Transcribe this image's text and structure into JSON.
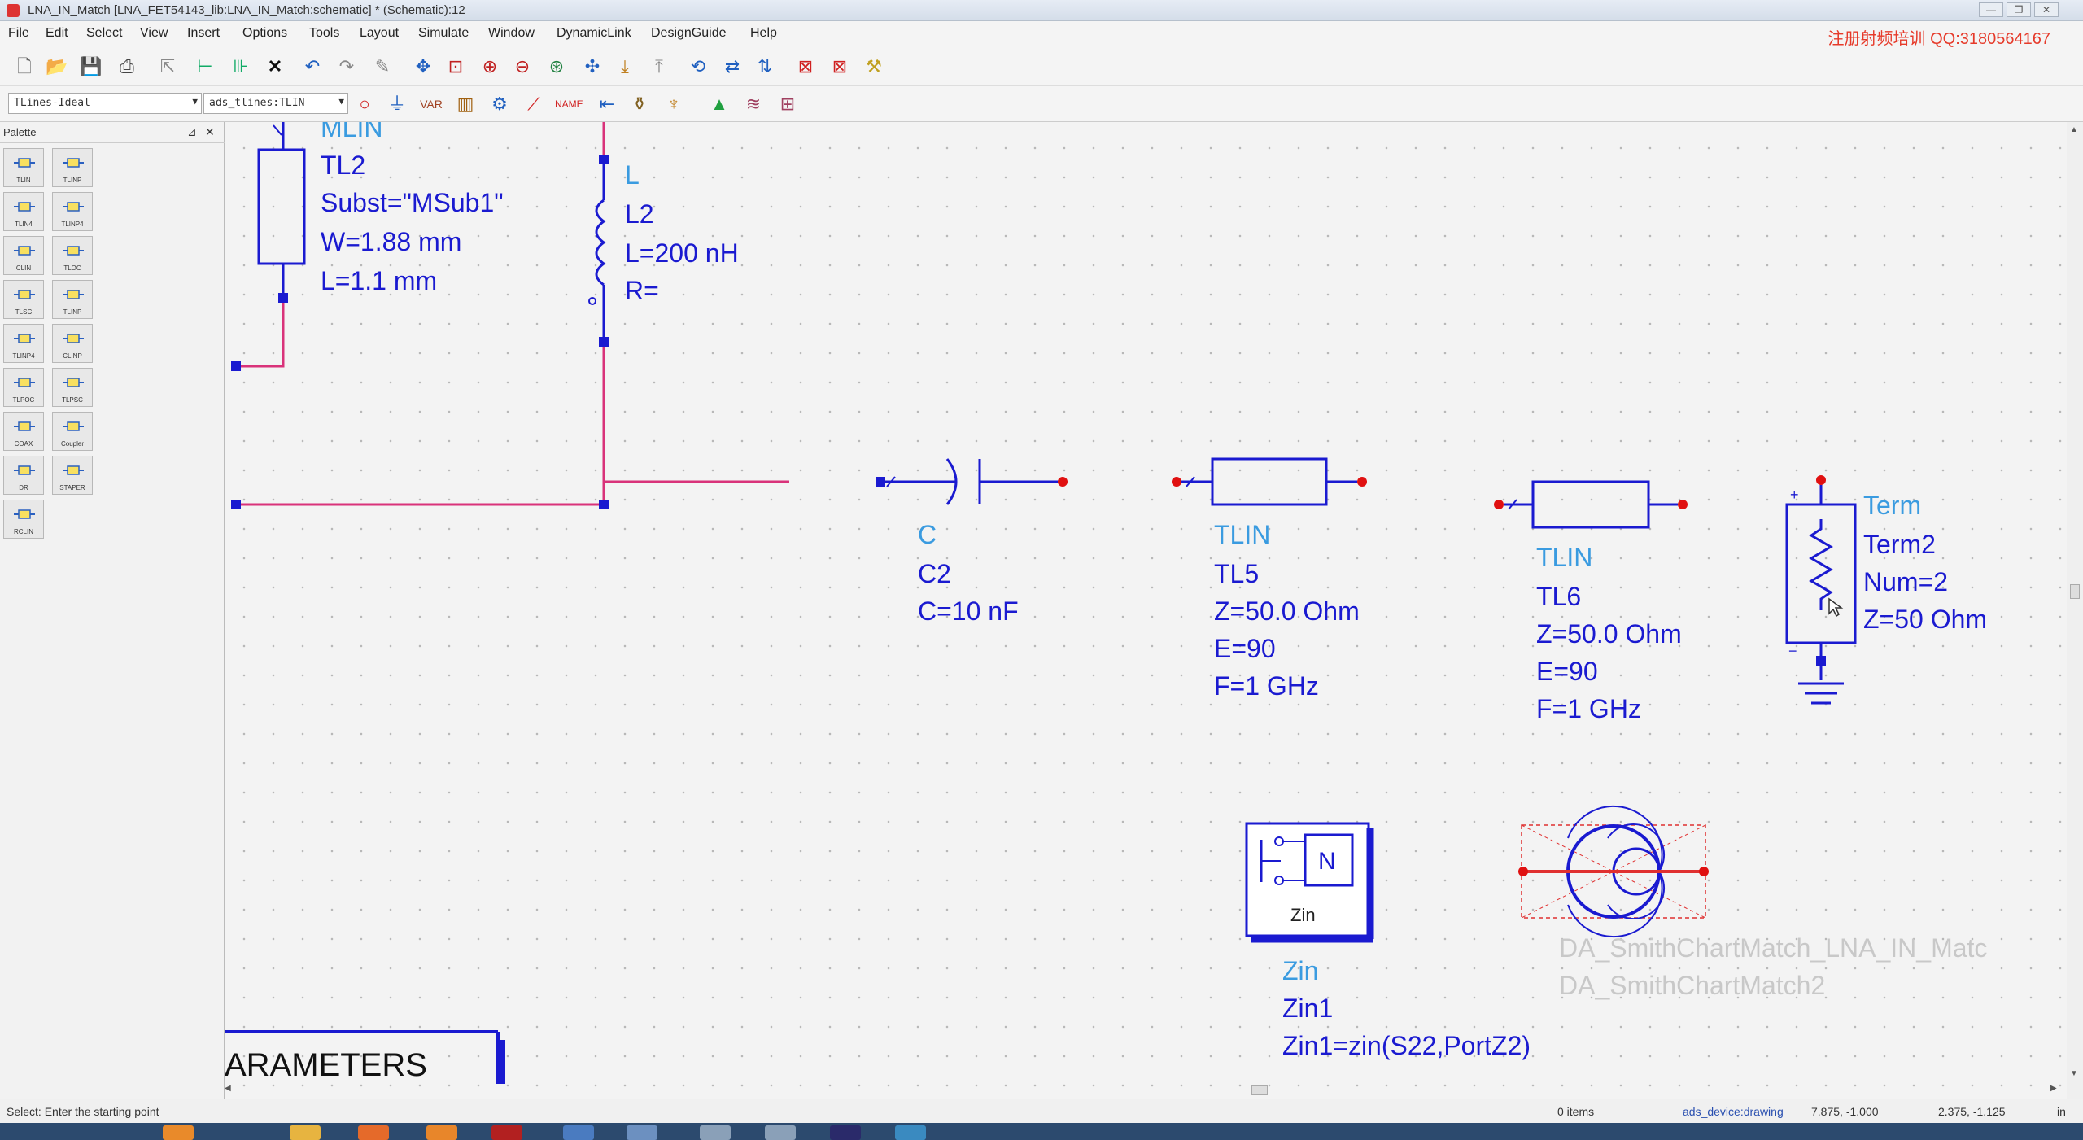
{
  "window": {
    "title": "LNA_IN_Match [LNA_FET54143_lib:LNA_IN_Match:schematic] * (Schematic):12",
    "minimize": "—",
    "restore": "❐",
    "close": "✕"
  },
  "menu": [
    "File",
    "Edit",
    "Select",
    "View",
    "Insert",
    "Options",
    "Tools",
    "Layout",
    "Simulate",
    "Window",
    "DynamicLink",
    "DesignGuide",
    "Help"
  ],
  "promo": "注册射频培训 QQ:3180564167",
  "toolbar2": {
    "library": "TLines-Ideal",
    "component": "ads_tlines:TLIN"
  },
  "palette": {
    "title": "Palette",
    "pin": "⊿",
    "close": "✕",
    "items": [
      "TLIN",
      "TLINP",
      "TLIN4",
      "TLINP4",
      "CLIN",
      "TLOC",
      "TLSC",
      "TLINP",
      "TLINP4",
      "CLINP",
      "TLPOC",
      "TLPSC",
      "COAX",
      "Coupler",
      "DR",
      "STAPER",
      "RCLIN"
    ]
  },
  "components": {
    "tl2": {
      "type": "MLIN",
      "name": "TL2",
      "subst": "Subst=\"MSub1\"",
      "w": "W=1.88 mm",
      "l": "L=1.1 mm"
    },
    "l2": {
      "type": "L",
      "name": "L2",
      "l": "L=200 nH",
      "r": "R="
    },
    "c2": {
      "type": "C",
      "name": "C2",
      "c": "C=10 nF"
    },
    "tl5": {
      "type": "TLIN",
      "name": "TL5",
      "z": "Z=50.0 Ohm",
      "e": "E=90",
      "f": "F=1 GHz"
    },
    "tl6": {
      "type": "TLIN",
      "name": "TL6",
      "z": "Z=50.0 Ohm",
      "e": "E=90",
      "f": "F=1 GHz"
    },
    "term2": {
      "type": "Term",
      "name": "Term2",
      "num": "Num=2",
      "z": "Z=50 Ohm",
      "plus": "+",
      "minus": "−"
    },
    "zin": {
      "type": "Zin",
      "name": "Zin1",
      "expr": "Zin1=zin(S22,PortZ2)",
      "icon_label": "Zin",
      "n": "N"
    },
    "smith": {
      "line1": "DA_SmithChartMatch_LNA_IN_Matc",
      "line2": "DA_SmithChartMatch2"
    },
    "params": {
      "label": "ARAMETERS"
    }
  },
  "status": {
    "prompt": "Select: Enter the starting point",
    "items": "0 items",
    "context": "ads_device:drawing",
    "coord1": "7.875, -1.000",
    "coord2": "2.375, -1.125",
    "unit": "in"
  },
  "colors": {
    "wire": "#d9327a",
    "component": "#1a1ad0",
    "type_label": "#3a9be0",
    "text": "#1a1ad0",
    "pin": "#e01010",
    "smith_faded": "#c8c8c8"
  }
}
